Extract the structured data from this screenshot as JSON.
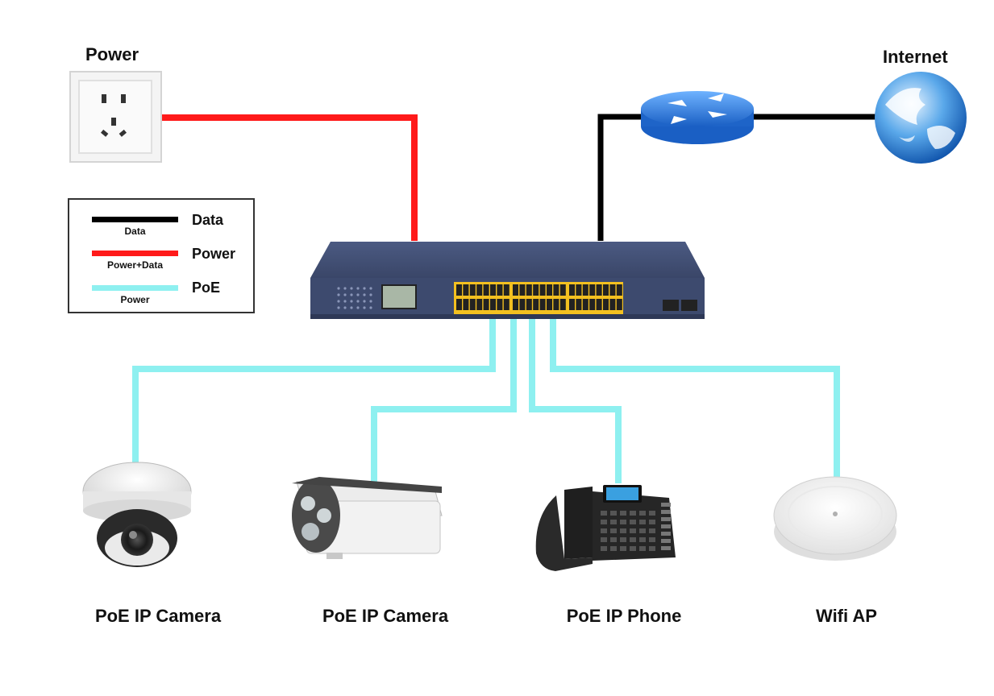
{
  "labels": {
    "power_source": "Power",
    "internet": "Internet"
  },
  "legend": {
    "items": [
      {
        "name": "Data",
        "caption": "Data",
        "color": "#000000"
      },
      {
        "name": "Power",
        "caption": "Power+Data",
        "color": "#ff1a1a"
      },
      {
        "name": "PoE",
        "caption": "Power",
        "color": "#8ef0f0"
      }
    ]
  },
  "devices": [
    {
      "label": "PoE IP Camera",
      "icon": "dome-camera-icon"
    },
    {
      "label": "PoE IP Camera",
      "icon": "bullet-camera-icon"
    },
    {
      "label": "PoE IP Phone",
      "icon": "ip-phone-icon"
    },
    {
      "label": "Wifi AP",
      "icon": "wifi-ap-icon"
    }
  ],
  "colors": {
    "data": "#000000",
    "power": "#ff1a1a",
    "poe": "#8ef0f0",
    "switch_body": "#3d4a6e",
    "router": "#2f7de0"
  }
}
